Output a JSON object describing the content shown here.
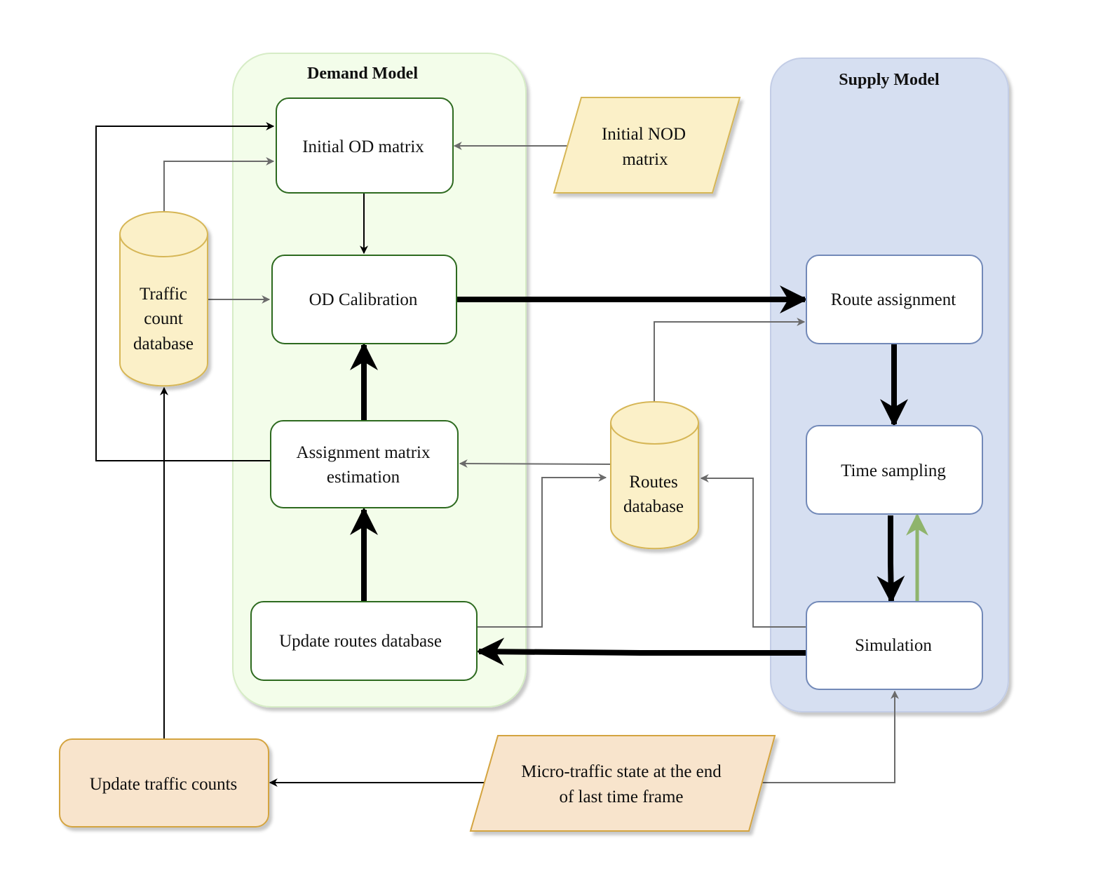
{
  "lanes": {
    "demand": {
      "title": "Demand Model",
      "fill": "#f3fdea",
      "stroke": "#d6ecc6"
    },
    "supply": {
      "title": "Supply Model",
      "fill": "#d6dff1",
      "stroke": "#c3cde6"
    }
  },
  "nodes": {
    "initial_od_matrix": "Initial OD matrix",
    "od_calibration": "OD Calibration",
    "assignment_matrix_line1": "Assignment matrix",
    "assignment_matrix_line2": "estimation",
    "update_routes_db": "Update routes database",
    "initial_nod_line1": "Initial NOD",
    "initial_nod_line2": "matrix",
    "traffic_count_line1": "Traffic",
    "traffic_count_line2": "count",
    "traffic_count_line3": "database",
    "routes_db_line1": "Routes",
    "routes_db_line2": "database",
    "route_assignment": "Route assignment",
    "time_sampling": "Time sampling",
    "simulation": "Simulation",
    "update_traffic_counts": "Update traffic counts",
    "micro_state_line1": "Micro-traffic state at the end",
    "micro_state_line2": "of last time frame"
  },
  "colors": {
    "green_border": "#2d6a1f",
    "blue_border": "#7289b8",
    "db_fill": "#fbf0c8",
    "db_stroke": "#d6b656",
    "orange_fill": "#f8e4cc",
    "orange_stroke": "#d4a440",
    "gray_arrow": "#6b6b6b",
    "green_arrow": "#8fb46c"
  }
}
